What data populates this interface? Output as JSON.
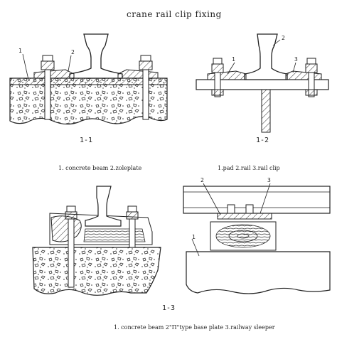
{
  "title": "crane rail clip fixing",
  "figures": [
    {
      "id": "1-1",
      "label": "1-1",
      "callouts": [
        "1",
        "2"
      ],
      "caption": "1. concrete beam  2.zoleplate"
    },
    {
      "id": "1-2",
      "label": "1-2",
      "callouts": [
        "1",
        "2",
        "3"
      ],
      "caption": "1.pad  2.rail  3.rail clip"
    },
    {
      "id": "1-3",
      "label": "1-3",
      "callouts": [],
      "caption": ""
    },
    {
      "id": "1-4",
      "label": "",
      "callouts": [
        "1",
        "2",
        "3"
      ],
      "caption": ""
    }
  ],
  "bottom_caption": "1. concrete beam  2\"Π\"type base plate  3.railway sleeper"
}
